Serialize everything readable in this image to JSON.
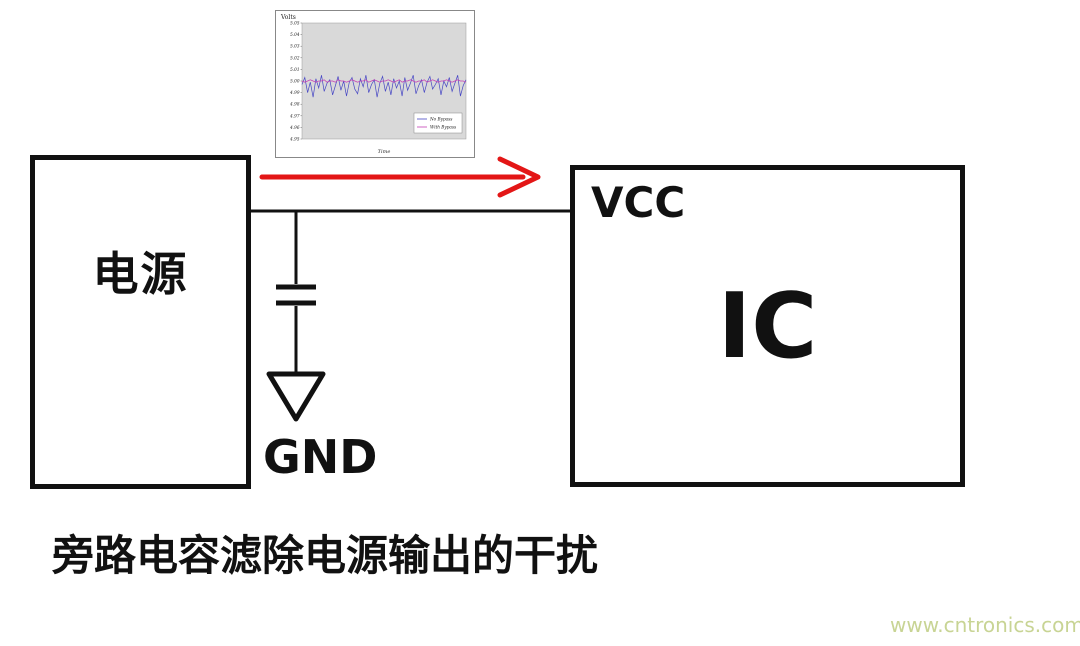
{
  "diagram": {
    "power_box_label": "电源",
    "vcc_label": "VCC",
    "ic_label": "IC",
    "gnd_label": "GND",
    "caption": "旁路电容滤除电源输出的干扰",
    "watermark": "www.cntronics.com",
    "arrow_color": "#e31616",
    "line_color": "#111111"
  },
  "chart_data": {
    "type": "line",
    "title": "Volts",
    "xlabel": "Time",
    "ylabel": "",
    "ylim": [
      4.95,
      5.05
    ],
    "yticks": [
      "5.05",
      "5.04",
      "5.03",
      "5.02",
      "5.01",
      "5.00",
      "4.99",
      "4.98",
      "4.97",
      "4.96",
      "4.95"
    ],
    "grid": false,
    "legend_position": "bottom-right",
    "plot_bg": "#d9d9d9",
    "series": [
      {
        "name": "No Bypass",
        "color": "#4747c4",
        "values": [
          4.997,
          5.003,
          4.99,
          4.999,
          4.986,
          5.002,
          4.994,
          5.005,
          4.991,
          4.998,
          5.001,
          4.988,
          4.996,
          5.004,
          4.992,
          5.0,
          4.987,
          4.999,
          5.003,
          4.993,
          4.989,
          5.002,
          4.995,
          5.005,
          4.99,
          4.997,
          5.001,
          4.986,
          4.998,
          5.004,
          4.991,
          4.999,
          4.988,
          5.002,
          4.994,
          5.0,
          4.987,
          5.003,
          4.992,
          4.998,
          5.005,
          4.989,
          4.996,
          5.001,
          4.99,
          4.999,
          5.004,
          4.993,
          4.997,
          5.002,
          4.988,
          5.0,
          4.995,
          5.003,
          4.991,
          4.998,
          5.005,
          4.987,
          4.996,
          5.001
        ]
      },
      {
        "name": "With Bypass",
        "color": "#c43fb4",
        "values": [
          5.0,
          4.999,
          5.0,
          5.001,
          5.0,
          4.999,
          5.0,
          5.0,
          5.001,
          4.999,
          5.0,
          5.0,
          4.999,
          5.001,
          5.0,
          5.0,
          4.999,
          5.0,
          5.001,
          5.0,
          4.999,
          5.0,
          5.0,
          5.001,
          4.999,
          5.0,
          5.001,
          5.0,
          4.999,
          5.0,
          5.0,
          5.001,
          5.0,
          4.999,
          5.0,
          5.001,
          4.999,
          5.0,
          5.0,
          5.001,
          5.0,
          4.999,
          5.0,
          5.0,
          5.001,
          4.999,
          5.0,
          5.001,
          5.0,
          4.999,
          5.0,
          5.0,
          5.001,
          5.0,
          4.999,
          5.0,
          5.001,
          5.0,
          5.0,
          4.999
        ]
      }
    ]
  }
}
